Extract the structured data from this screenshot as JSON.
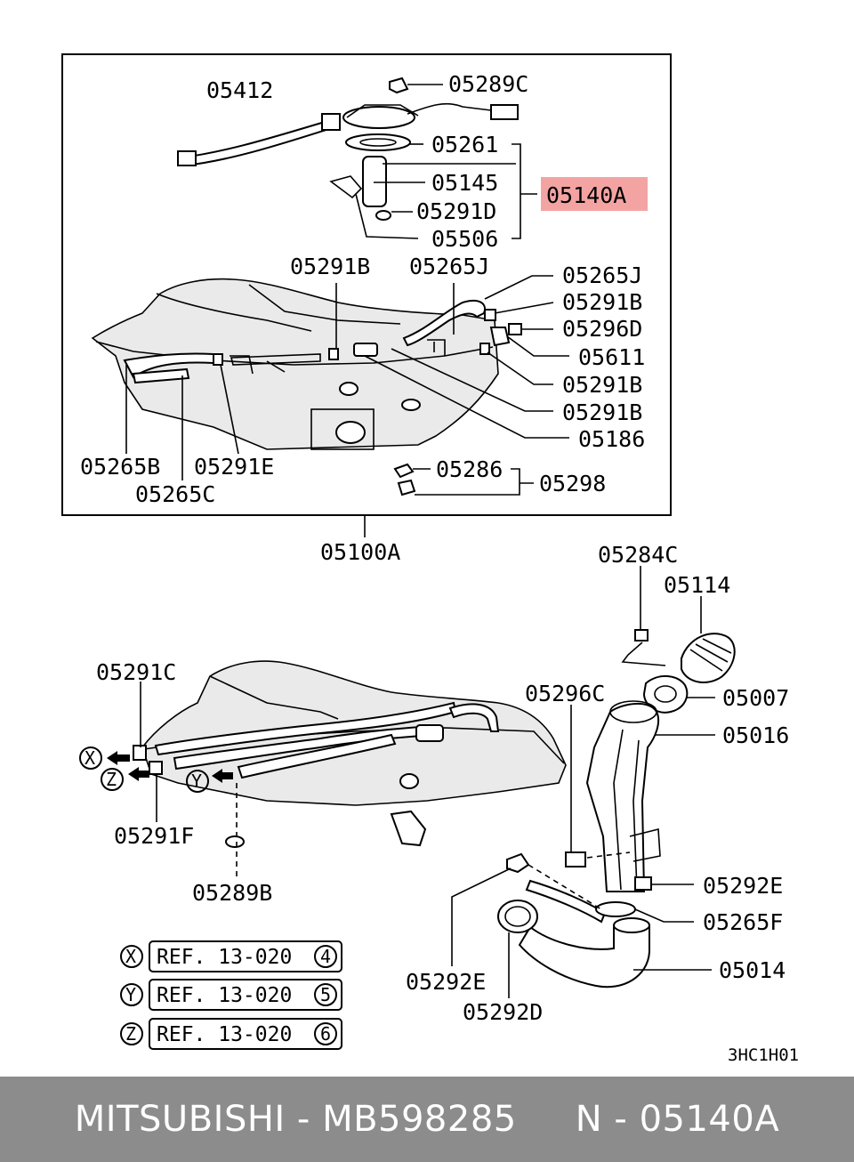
{
  "colors": {
    "highlight": "#f4a3a3",
    "footer_bg": "#8c8c8c",
    "footer_text": "#ffffff"
  },
  "upper_assembly": {
    "labels": {
      "p05412": "05412",
      "p05289C": "05289C",
      "p05261": "05261",
      "p05145": "05145",
      "p05140A": "05140A",
      "p05291D": "05291D",
      "p05506": "05506",
      "p05291B_top": "05291B",
      "p05265J_top": "05265J",
      "p05265J_right": "05265J",
      "p05291B_r1": "05291B",
      "p05296D": "05296D",
      "p05611": "05611",
      "p05291B_r2": "05291B",
      "p05291B_r3": "05291B",
      "p05186": "05186",
      "p05265B": "05265B",
      "p05291E": "05291E",
      "p05265C": "05265C",
      "p05286": "05286",
      "p05298": "05298",
      "p05100A": "05100A"
    }
  },
  "lower_assembly": {
    "labels": {
      "p05291C": "05291C",
      "p05291F": "05291F",
      "p05289B": "05289B",
      "p05284C": "05284C",
      "p05114": "05114",
      "p05007": "05007",
      "p05296C": "05296C",
      "p05016": "05016",
      "p05292E_right": "05292E",
      "p05265F": "05265F",
      "p05014": "05014",
      "p05292E_bottom": "05292E",
      "p05292D": "05292D"
    },
    "arrows": {
      "x": "X",
      "y": "Y",
      "z": "Z"
    }
  },
  "references": [
    {
      "key": "X",
      "text": "REF. 13-020",
      "num": "4"
    },
    {
      "key": "Y",
      "text": "REF. 13-020",
      "num": "5"
    },
    {
      "key": "Z",
      "text": "REF. 13-020",
      "num": "6"
    }
  ],
  "drawing_code": "3HC1H01",
  "footer": {
    "text": "MITSUBISHI - MB598285     N - 05140A"
  }
}
